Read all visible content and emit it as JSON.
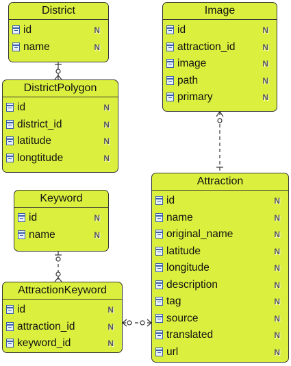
{
  "entities": {
    "district": {
      "name": "District",
      "columns": [
        {
          "name": "id",
          "flag": "N"
        },
        {
          "name": "name",
          "flag": "N"
        }
      ]
    },
    "image": {
      "name": "Image",
      "columns": [
        {
          "name": "id",
          "flag": "N"
        },
        {
          "name": "attraction_id",
          "flag": "N"
        },
        {
          "name": "image",
          "flag": "N"
        },
        {
          "name": "path",
          "flag": "N"
        },
        {
          "name": "primary",
          "flag": "N"
        }
      ]
    },
    "district_polygon": {
      "name": "DistrictPolygon",
      "columns": [
        {
          "name": "id",
          "flag": "N"
        },
        {
          "name": "district_id",
          "flag": "N"
        },
        {
          "name": "latitude",
          "flag": "N"
        },
        {
          "name": "longtitude",
          "flag": "N"
        }
      ]
    },
    "keyword": {
      "name": "Keyword",
      "columns": [
        {
          "name": "id",
          "flag": "N"
        },
        {
          "name": "name",
          "flag": "N"
        }
      ]
    },
    "attraction": {
      "name": "Attraction",
      "columns": [
        {
          "name": "id",
          "flag": "N"
        },
        {
          "name": "name",
          "flag": "N"
        },
        {
          "name": "original_name",
          "flag": "N"
        },
        {
          "name": "latitude",
          "flag": "N"
        },
        {
          "name": "longitude",
          "flag": "N"
        },
        {
          "name": "description",
          "flag": "N"
        },
        {
          "name": "tag",
          "flag": "N"
        },
        {
          "name": "source",
          "flag": "N"
        },
        {
          "name": "translated",
          "flag": "N"
        },
        {
          "name": "url",
          "flag": "N"
        }
      ]
    },
    "attraction_keyword": {
      "name": "AttractionKeyword",
      "columns": [
        {
          "name": "id",
          "flag": "N"
        },
        {
          "name": "attraction_id",
          "flag": "N"
        },
        {
          "name": "keyword_id",
          "flag": "N"
        }
      ]
    }
  },
  "colors": {
    "entity_fill": "#dbf03e",
    "border": "#333333",
    "column_icon": "#3a5fa8"
  }
}
